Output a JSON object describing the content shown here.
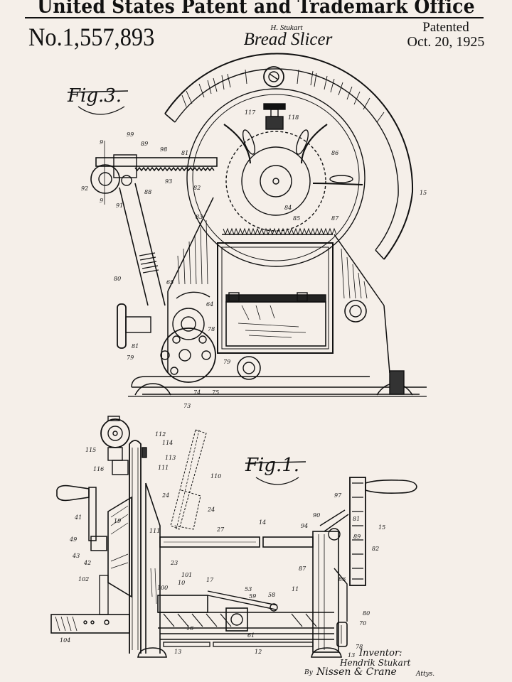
{
  "header": {
    "title": "United States Patent and Trademark Office",
    "patent_number": "No.1,557,893",
    "inventor": "H. Stukart",
    "invention": "Bread Slicer",
    "patented_label": "Patented",
    "patented_date": "Oct. 20, 1925"
  },
  "figures": {
    "fig3": {
      "label": "Fig.3.",
      "refs": [
        "9",
        "99",
        "89",
        "98",
        "81",
        "93",
        "92",
        "88",
        "9",
        "91",
        "82",
        "83",
        "117",
        "118",
        "86",
        "15",
        "84",
        "85",
        "87",
        "80",
        "65",
        "64",
        "78",
        "81",
        "79",
        "79",
        "74",
        "75",
        "73"
      ]
    },
    "fig1": {
      "label": "Fig.1.",
      "refs": [
        "112",
        "114",
        "115",
        "113",
        "116",
        "111",
        "110",
        "24",
        "24",
        "41",
        "19",
        "111",
        "27",
        "14",
        "43",
        "42",
        "49",
        "23",
        "101",
        "102",
        "100",
        "10",
        "17",
        "53",
        "59",
        "58",
        "104",
        "16",
        "61",
        "12",
        "13",
        "97",
        "90",
        "94",
        "81",
        "15",
        "89",
        "82",
        "87",
        "86",
        "11",
        "80",
        "70",
        "78",
        "13"
      ]
    }
  },
  "signature": {
    "inventor_label": "Inventor:",
    "inventor_name": "Hendrik Stukart",
    "attorney_prefix": "By",
    "attorneys": "Nissen & Crane",
    "attys": "Attys."
  },
  "colors": {
    "background": "#f5efe9",
    "ink": "#111111"
  }
}
